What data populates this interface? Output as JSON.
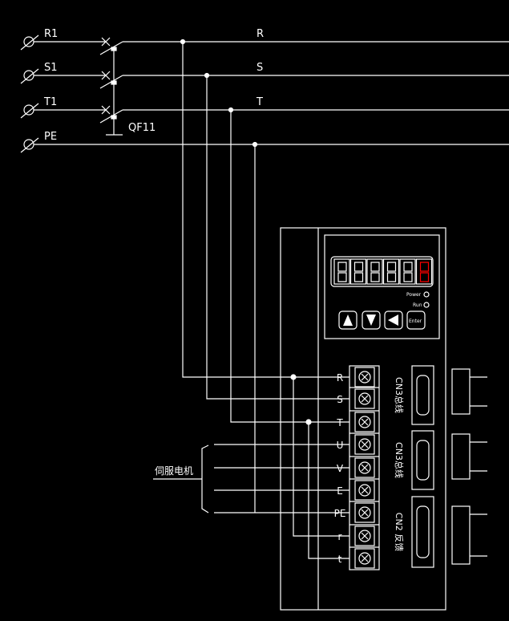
{
  "inputs": [
    {
      "label": "R1"
    },
    {
      "label": "S1"
    },
    {
      "label": "T1"
    },
    {
      "label": "PE"
    }
  ],
  "breaker": "QF11",
  "buses": [
    "R",
    "S",
    "T"
  ],
  "motor_label": "伺服电机",
  "terminals": [
    "R",
    "S",
    "T",
    "U",
    "V",
    "E",
    "PE",
    "r",
    "t"
  ],
  "panel": {
    "power_label": "Power",
    "run_label": "Run",
    "enter_label": "Enter",
    "digits": 6
  },
  "connectors": [
    {
      "label": "CN3总线"
    },
    {
      "label": "CN3总线"
    },
    {
      "label": "CN2 反馈"
    }
  ],
  "colors": {
    "line": "#ffffff",
    "accent": "#ff0000",
    "background": "#000000"
  }
}
